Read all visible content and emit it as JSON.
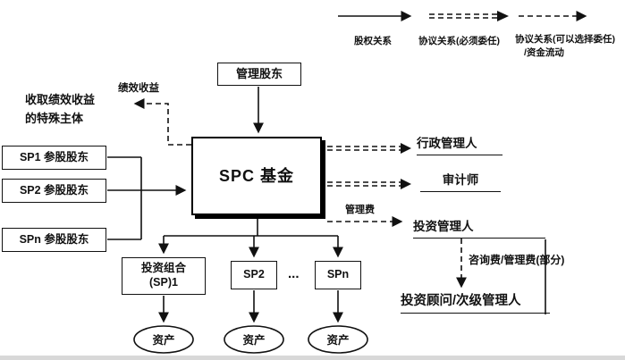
{
  "legend": {
    "equity": "股权关系",
    "mandatory": "协议关系(必须委任)",
    "optional_line1": "协议关系(可以选择委任)",
    "optional_line2": "/资金流动"
  },
  "nodes": {
    "managing_shareholder": "管理股东",
    "special_entity_line1": "收取绩效收益",
    "special_entity_line2": "的特殊主体",
    "sp1_shareholder": "SP1 参股股东",
    "sp2_shareholder": "SP2 参股股东",
    "spn_shareholder": "SPn 参股股东",
    "spc_fund": "SPC 基金",
    "administrator": "行政管理人",
    "auditor": "审计师",
    "investment_manager": "投资管理人",
    "investment_advisor": "投资顾问/次级管理人",
    "portfolio1_line1": "投资组合",
    "portfolio1_line2": "(SP)1",
    "portfolio2": "SP2",
    "ellipsis": "...",
    "portfolion": "SPn",
    "asset1": "资产",
    "asset2": "资产",
    "asset3": "资产"
  },
  "edge_labels": {
    "performance_income": "绩效收益",
    "management_fee": "管理费",
    "consulting_fee": "咨询费/管理费(部分)"
  }
}
